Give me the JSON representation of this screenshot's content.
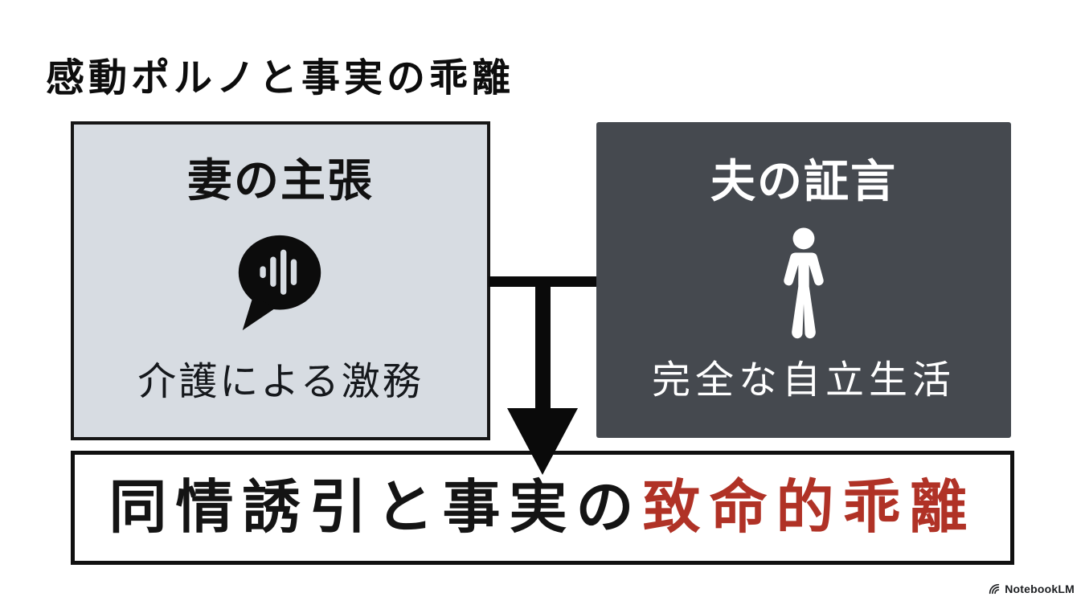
{
  "slide": {
    "title": "感動ポルノと事実の乖離",
    "background_color": "#ffffff"
  },
  "wife_box": {
    "header": "妻の主張",
    "body": "介護による激務",
    "icon": "speech-bubble-voice-icon",
    "bg_color": "#d7dce2",
    "border_color": "#161616",
    "text_color": "#111111"
  },
  "husband_box": {
    "header": "夫の証言",
    "body": "完全な自立生活",
    "icon": "standing-person-icon",
    "bg_color": "#45494f",
    "text_color": "#ffffff"
  },
  "arrow": {
    "direction": "down",
    "color": "#0a0a0a"
  },
  "conclusion_box": {
    "text_black": "同情誘引と事実の",
    "text_red": "致命的乖離",
    "red_color": "#b03226",
    "border_color": "#111111"
  },
  "footer": {
    "brand": "NotebookLM"
  }
}
